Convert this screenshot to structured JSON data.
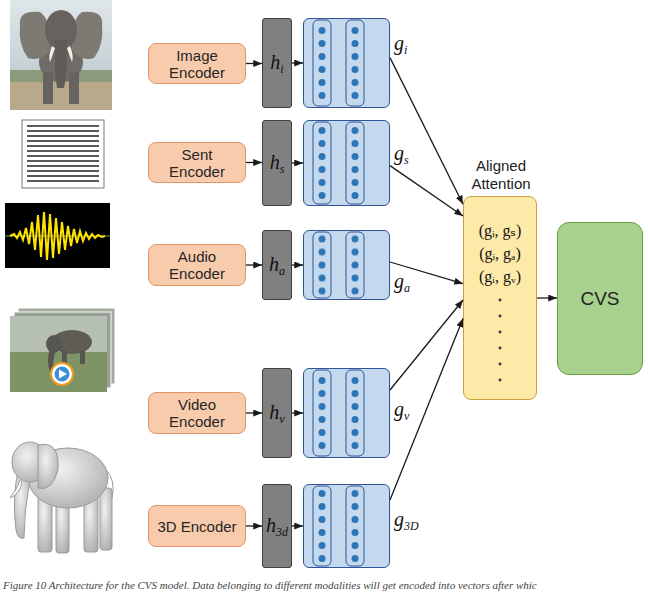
{
  "diagram": {
    "caption": "Figure 10 Architecture for the CVS model. Data belonging to different modalities will get encoded into vectors after whic",
    "nodes": [
      {
        "text": [
          "Image Encoder"
        ]
      },
      {
        "text": [
          "h",
          "i"
        ]
      },
      {
        "text": [
          "g",
          "i"
        ]
      },
      {
        "text": [
          "Sent Encoder"
        ]
      },
      {
        "text": [
          "h",
          "s"
        ]
      },
      {
        "text": [
          "g",
          "s"
        ]
      },
      {
        "text": [
          "Audio Encoder"
        ]
      },
      {
        "text": [
          "h",
          "a"
        ]
      },
      {
        "text": [
          "g",
          "a"
        ]
      },
      {
        "text": [
          "Video Encoder"
        ]
      },
      {
        "text": [
          "h",
          "v"
        ]
      },
      {
        "text": [
          "g",
          "v"
        ]
      },
      {
        "text": [
          "3D Encoder"
        ]
      },
      {
        "text": [
          "h",
          "3d"
        ]
      },
      {
        "text": [
          "g",
          "3D"
        ]
      },
      {
        "text": [
          "Aligned Attention",
          "(gᵢ, gₛ)",
          "(gᵢ, gₐ)",
          "(gᵢ, gᵥ)"
        ]
      },
      {
        "text": [
          "CVS"
        ]
      }
    ],
    "edges": [
      {
        "from": 0,
        "to": 1,
        "arrow": "to"
      },
      {
        "from": 1,
        "to": 2,
        "arrow": "to"
      },
      {
        "from": 3,
        "to": 4,
        "arrow": "to"
      },
      {
        "from": 4,
        "to": 5,
        "arrow": "to"
      },
      {
        "from": 6,
        "to": 7,
        "arrow": "to"
      },
      {
        "from": 7,
        "to": 8,
        "arrow": "to"
      },
      {
        "from": 9,
        "to": 10,
        "arrow": "to"
      },
      {
        "from": 10,
        "to": 11,
        "arrow": "to"
      },
      {
        "from": 12,
        "to": 13,
        "arrow": "to"
      },
      {
        "from": 13,
        "to": 14,
        "arrow": "to"
      },
      {
        "from": 2,
        "to": 15,
        "arrow": "to"
      },
      {
        "from": 5,
        "to": 15,
        "arrow": "to"
      },
      {
        "from": 8,
        "to": 15,
        "arrow": "to"
      },
      {
        "from": 11,
        "to": 15,
        "arrow": "to"
      },
      {
        "from": 14,
        "to": 15,
        "arrow": "to"
      },
      {
        "from": 15,
        "to": 16,
        "arrow": "to"
      }
    ]
  }
}
